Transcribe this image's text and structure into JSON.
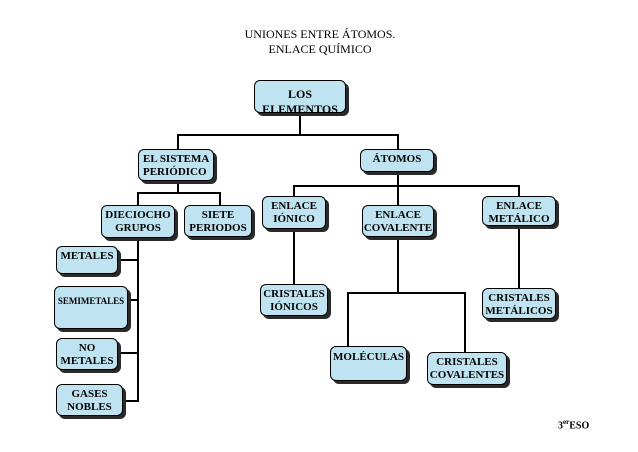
{
  "title": {
    "line1": "UNIONES ENTRE ÁTOMOS.",
    "line2": "ENLACE QUÍMICO"
  },
  "nodes": {
    "elementos": [
      "LOS",
      "ELEMENTOS"
    ],
    "sistema_periodico": [
      "EL SISTEMA",
      "PERIÓDICO"
    ],
    "atomos": [
      "ÁTOMOS"
    ],
    "dieciocho_grupos": [
      "DIECIOCHO",
      "GRUPOS"
    ],
    "siete_periodos": [
      "SIETE",
      "PERIODOS"
    ],
    "enlace_ionico": [
      "ENLACE",
      "IÓNICO"
    ],
    "enlace_covalente": [
      "ENLACE",
      "COVALENTE"
    ],
    "enlace_metalico": [
      "ENLACE",
      "METÁLICO"
    ],
    "metales": [
      "METALES"
    ],
    "semimetales": [
      "SEMIMETALES"
    ],
    "no_metales": [
      "NO",
      "METALES"
    ],
    "gases_nobles": [
      "GASES",
      "NOBLES"
    ],
    "cristales_ionicos": [
      "CRISTALES",
      "IÓNICOS"
    ],
    "moleculas": [
      "MOLÉCULAS"
    ],
    "cristales_covalentes": [
      "CRISTALES",
      "COVALENTES"
    ],
    "cristales_metalicos": [
      "CRISTALES",
      "METÁLICOS"
    ]
  },
  "footer": {
    "number": "3",
    "suffix": "er",
    "text": "ESO"
  }
}
